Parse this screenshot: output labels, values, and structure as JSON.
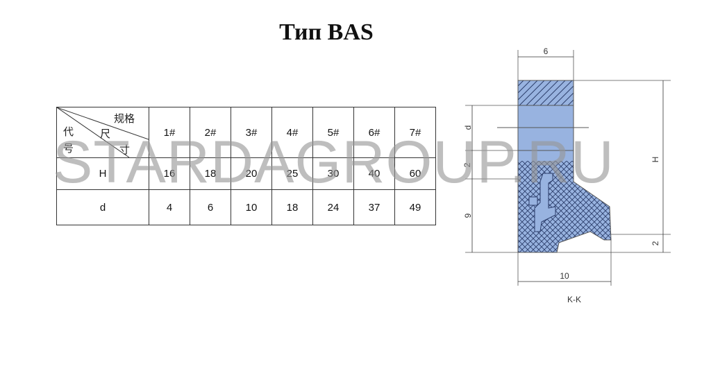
{
  "title": "Тип BAS",
  "table": {
    "corner": {
      "top_right": "规格",
      "left_top": "代",
      "middle": "尺",
      "left_bottom": "号",
      "bottom": "寸"
    },
    "headers": [
      "1#",
      "2#",
      "3#",
      "4#",
      "5#",
      "6#",
      "7#"
    ],
    "rows": [
      {
        "label": "H",
        "values": [
          "16",
          "18",
          "20",
          "25",
          "30",
          "40",
          "60"
        ]
      },
      {
        "label": "d",
        "values": [
          "4",
          "6",
          "10",
          "18",
          "24",
          "37",
          "49"
        ]
      }
    ]
  },
  "drawing": {
    "dim_top": "6",
    "dim_d": "d",
    "dim_2_upper": "2",
    "dim_9": "9",
    "dim_H": "H",
    "dim_2_lower": "2",
    "dim_bottom": "10",
    "section_label": "K-K",
    "fill_color": "#98b3e0"
  },
  "watermark": "STARDAGROUP.RU"
}
